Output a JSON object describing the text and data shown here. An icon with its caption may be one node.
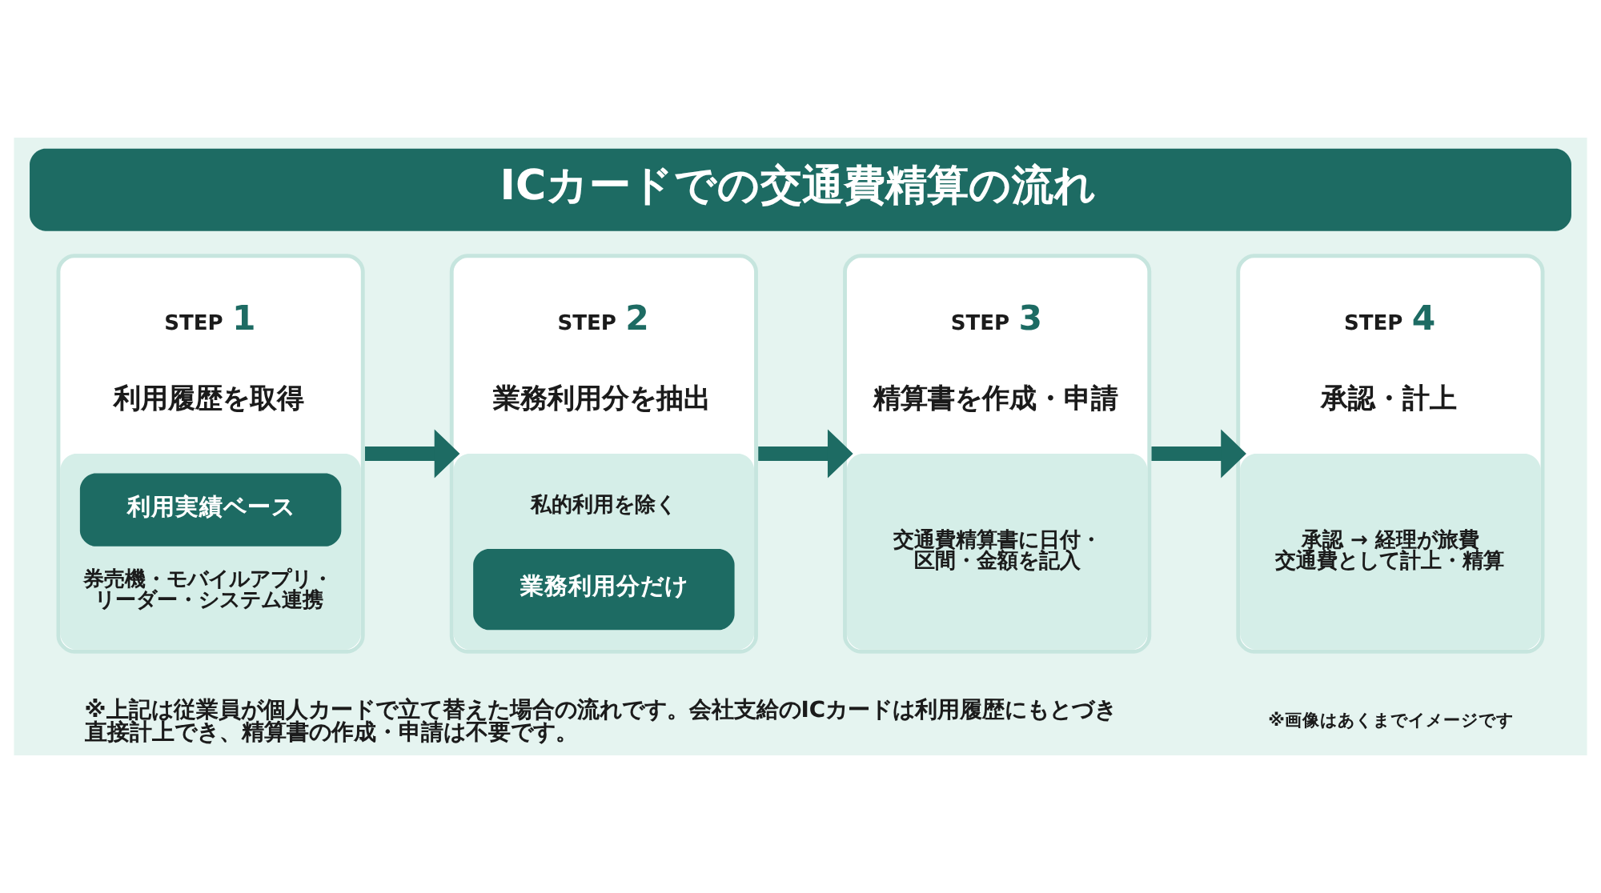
{
  "diagram": {
    "title": "ICカードでの交通費精算の流れ",
    "nodes": [
      {
        "text": [
          "STEP 1",
          "利用履歴を取得",
          "利用実績ベース",
          "券売機・モバイルアプリ・リーダー・システム連携"
        ]
      },
      {
        "text": [
          "STEP 2",
          "業務利用分を抽出",
          "私的利用を除く",
          "業務利用分だけ"
        ]
      },
      {
        "text": [
          "STEP 3",
          "精算書を作成・申請",
          "交通費精算書に日付・区間・金額を記入"
        ]
      },
      {
        "text": [
          "STEP 4",
          "承認・計上",
          "承認 → 経理が旅費交通費として計上・精算"
        ]
      }
    ],
    "edges": [
      {
        "from": 0,
        "to": 1,
        "arrow": "to"
      },
      {
        "from": 1,
        "to": 2,
        "arrow": "to"
      },
      {
        "from": 2,
        "to": 3,
        "arrow": "to"
      }
    ],
    "labels": [
      "※上記は従業員が個人カードで立て替えた場合の流れです。会社支給のICカードは利用履歴にもとづき直接計上でき、精算書の作成・申請は不要です。",
      "※画像はあくまでイメージです"
    ]
  }
}
